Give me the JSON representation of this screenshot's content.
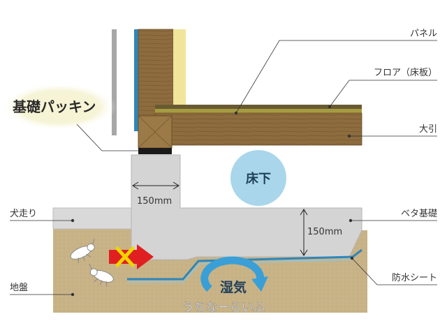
{
  "labels": {
    "panel": "パネル",
    "floor": "フロア（床板）",
    "ohbiki": "大引",
    "beta_kiso": "ベタ基礎",
    "bousui_sheet": "防水シート",
    "inubashiri": "犬走り",
    "jiban": "地盤"
  },
  "callout": {
    "kiso_packing": "基礎パッキン"
  },
  "circle": {
    "yukashita": "床下"
  },
  "dimensions": {
    "width": "150mm",
    "height": "150mm"
  },
  "moisture": {
    "label": "湿気"
  },
  "watermark": "うちなーらいふ",
  "colors": {
    "soil": "#c9b48a",
    "concrete": "#d6d6d6",
    "wood": "#8a6a3c",
    "insulation": "#f0e59a",
    "arrow_red": "#e02020",
    "cross": "#f2d500",
    "circle": "#a9d6ea",
    "sheet": "#2f86b8"
  },
  "icons": [
    "termite-icon",
    "termite-icon",
    "blocked-arrow-icon",
    "cross-icon",
    "moisture-arrow-icon"
  ]
}
